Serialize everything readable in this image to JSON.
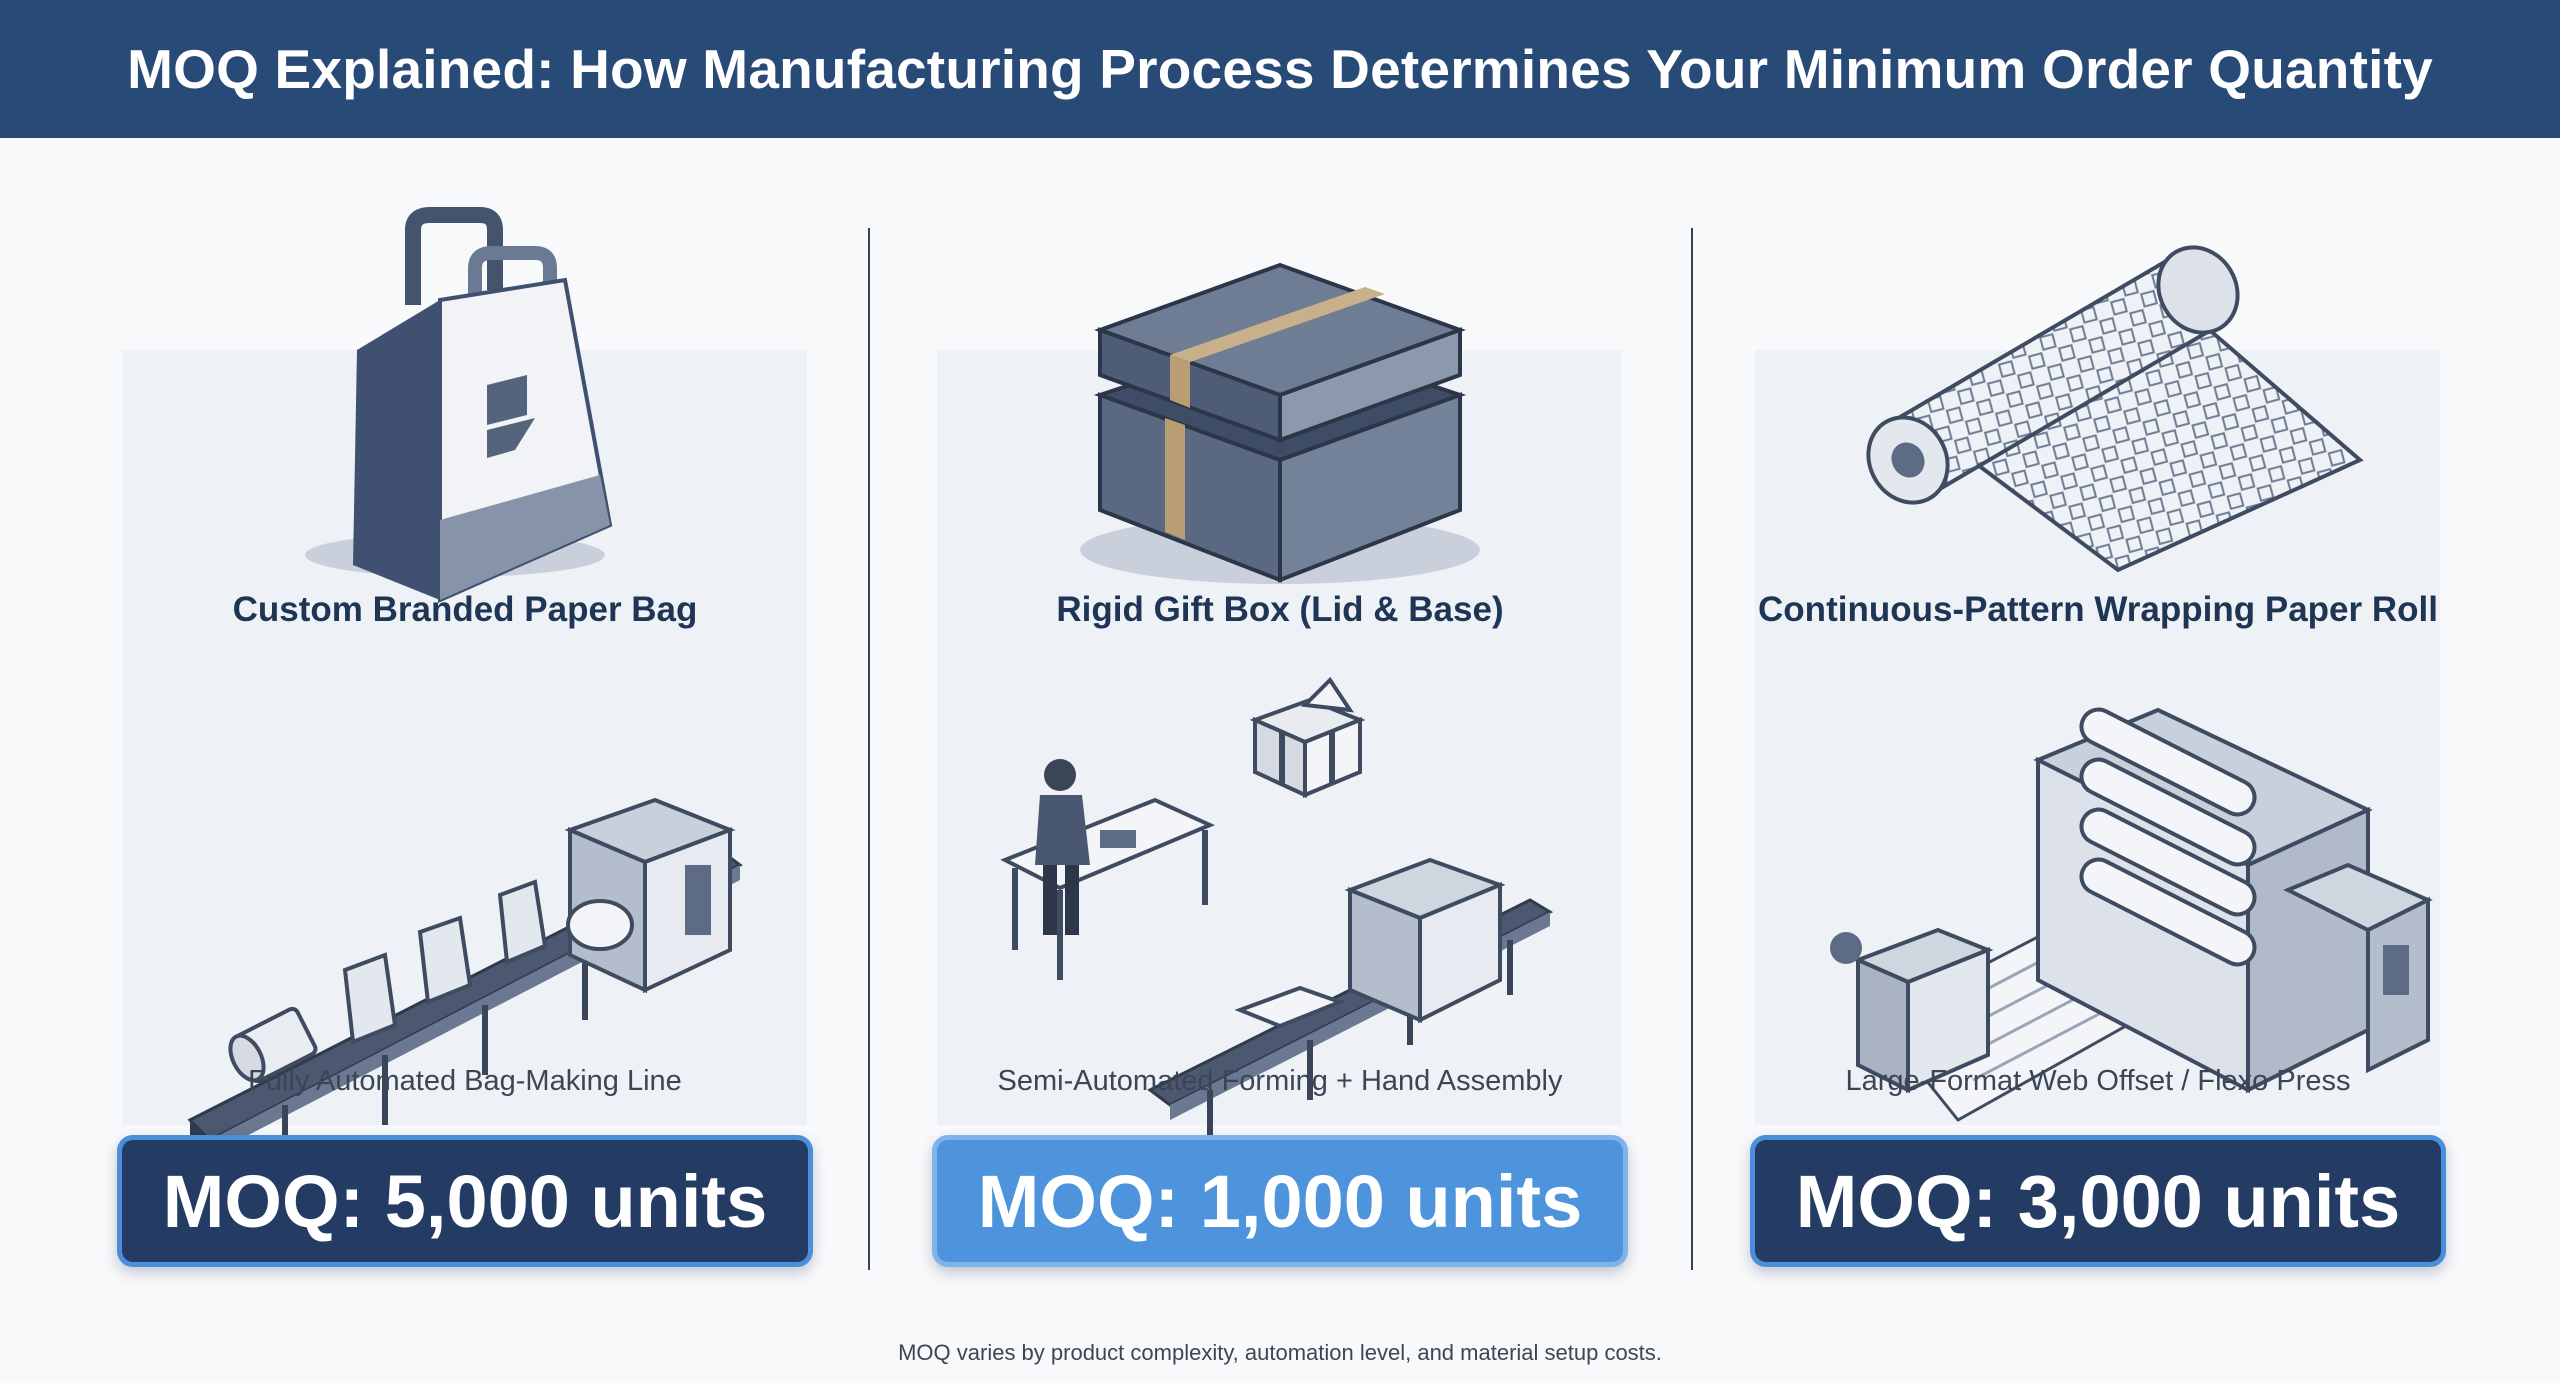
{
  "title": "MOQ Explained: How Manufacturing Process Determines Your Minimum Order Quantity",
  "columns": [
    {
      "product": "Custom Branded Paper Bag",
      "process": "Fully Automated Bag-Making Line",
      "moq": "MOQ: 5,000 units",
      "product_icon": "paper-bag-icon",
      "process_icon": "conveyor-line-icon",
      "badge_style": "dark"
    },
    {
      "product": "Rigid Gift Box (Lid & Base)",
      "process": "Semi-Automated Forming + Hand Assembly",
      "moq": "MOQ: 1,000 units",
      "product_icon": "gift-box-icon",
      "process_icon": "hand-assembly-icon",
      "badge_style": "light"
    },
    {
      "product": "Continuous-Pattern Wrapping Paper Roll",
      "process": "Large-Format Web Offset / Flexo Press",
      "moq": "MOQ: 3,000 units",
      "product_icon": "paper-roll-icon",
      "process_icon": "printing-press-icon",
      "badge_style": "dark"
    }
  ],
  "footnote": "MOQ varies by product complexity, automation level, and material setup costs.",
  "colors": {
    "header_bg": "#284a77",
    "badge_dark": "#243c63",
    "badge_light": "#4d94dd",
    "accent_border": "#4b8fdb"
  }
}
